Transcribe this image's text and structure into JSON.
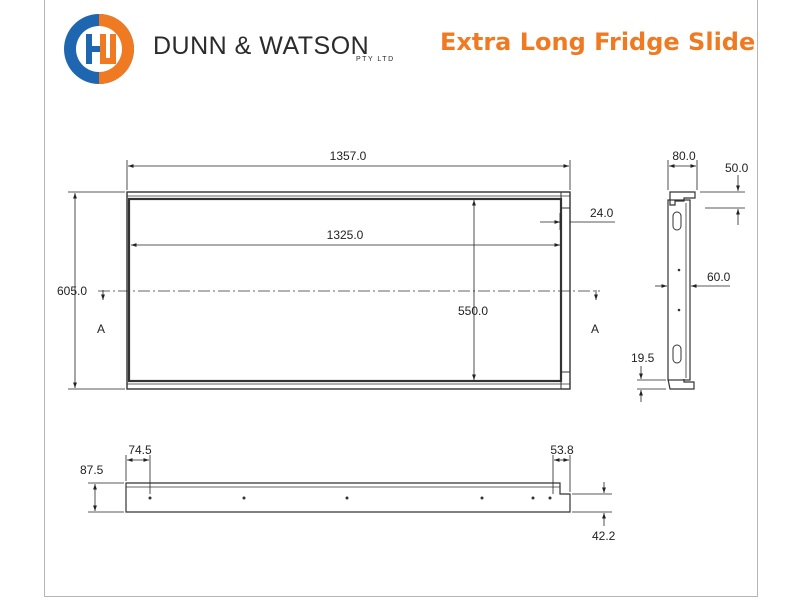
{
  "header": {
    "company": "DUNN & WATSON",
    "company_sub": "PTY LTD",
    "title": "Extra Long Fridge Slide",
    "brand_colors": {
      "orange": "#f07a22",
      "blue": "#1f66b1",
      "text": "#2b2b2b"
    }
  },
  "drawing": {
    "top_view": {
      "overall_length": "1357.0",
      "inner_length": "1325.0",
      "overall_width": "605.0",
      "inner_width": "550.0",
      "end_offset": "24.0",
      "section_left": "A",
      "section_right": "A"
    },
    "side_view": {
      "width": "80.0",
      "lip_height": "50.0",
      "centre_offset": "60.0",
      "base_height": "19.5"
    },
    "front_view": {
      "left_offset": "74.5",
      "right_offset": "53.8",
      "height": "87.5",
      "step_height": "42.2"
    }
  }
}
